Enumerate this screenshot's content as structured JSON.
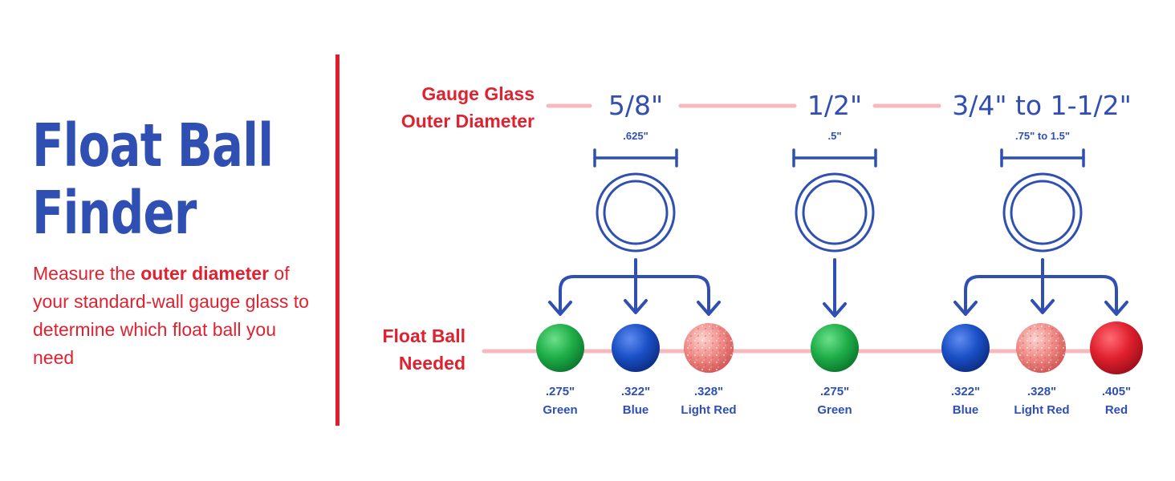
{
  "title": {
    "line1": "Float Ball",
    "line2": "Finder"
  },
  "intro": {
    "before": "Measure the ",
    "emphasis": "outer diameter",
    "after": " of your standard-wall gauge glass to determine which float ball you need"
  },
  "labels": {
    "glass_line1": "Gauge Glass",
    "glass_line2": "Outer Diameter",
    "ball_line1": "Float Ball",
    "ball_line2": "Needed"
  },
  "colors": {
    "primary": "#2f4fb3",
    "accent": "#e31b2b",
    "connector": "#f6b9bd"
  },
  "glasses": [
    {
      "size": "5/8\"",
      "decimal": ".625\""
    },
    {
      "size": "1/2\"",
      "decimal": ".5\""
    },
    {
      "size": "3/4\" to 1-1/2\"",
      "decimal": ".75\" to 1.5\""
    }
  ],
  "balls": [
    {
      "diameter": ".275\"",
      "color_name": "Green",
      "color": "#1fae48"
    },
    {
      "diameter": ".322\"",
      "color_name": "Blue",
      "color": "#1a4fc6"
    },
    {
      "diameter": ".328\"",
      "color_name": "Light Red",
      "color": "#f08a86"
    },
    {
      "diameter": ".275\"",
      "color_name": "Green",
      "color": "#1fae48"
    },
    {
      "diameter": ".322\"",
      "color_name": "Blue",
      "color": "#1a4fc6"
    },
    {
      "diameter": ".328\"",
      "color_name": "Light Red",
      "color": "#f08a86"
    },
    {
      "diameter": ".405\"",
      "color_name": "Red",
      "color": "#e0202e"
    }
  ]
}
